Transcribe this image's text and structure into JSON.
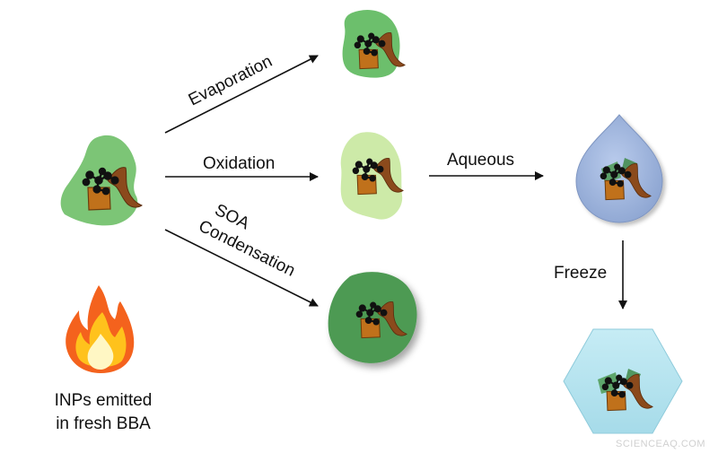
{
  "labels": {
    "evaporation": "Evaporation",
    "oxidation": "Oxidation",
    "soa_line1": "SOA",
    "soa_line2": "Condensation",
    "aqueous": "Aqueous",
    "freeze": "Freeze",
    "inps_line1": "INPs emitted",
    "inps_line2": "in fresh BBA"
  },
  "watermark": "SCIENCEAQ.COM",
  "colors": {
    "fresh_coating": "#7cc576",
    "evaporated_coating": "#6cbf6c",
    "oxidized_coating": "#cdeaa8",
    "soa_coating": "#4e9a53",
    "droplet": "#9db3dc",
    "ice_crystal": "#b6e4ef",
    "core_box": "#c0711b",
    "organic_brown": "#8b4a1c",
    "soot": "#111111",
    "flame_outer": "#f4621d",
    "flame_inner": "#ffc21c",
    "flame_core": "#fff7c4"
  },
  "icons": [
    "particle-icon",
    "droplet-icon",
    "ice-crystal-icon",
    "flame-icon"
  ]
}
